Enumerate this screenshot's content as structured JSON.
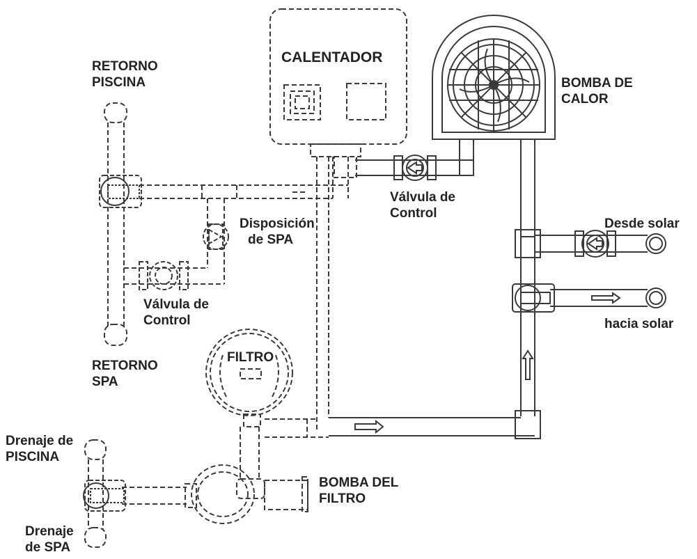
{
  "colors": {
    "line": "#3a3a3a",
    "text": "#222222",
    "background": "#ffffff"
  },
  "labels": {
    "calentador": "CALENTADOR",
    "bomba_calor": [
      "BOMBA DE",
      "CALOR"
    ],
    "retorno_piscina": [
      "RETORNO",
      "PISCINA"
    ],
    "retorno_spa": [
      "RETORNO",
      "SPA"
    ],
    "disposicion_spa": [
      "Disposición",
      "de SPA"
    ],
    "valvula_control_left": [
      "Válvula de",
      "Control"
    ],
    "valvula_control_top": [
      "Válvula de",
      "Control"
    ],
    "desde_solar": "Desde solar",
    "hacia_solar": "hacia solar",
    "filtro": "FILTRO",
    "drenaje_piscina": [
      "Drenaje de",
      "PISCINA"
    ],
    "drenaje_spa": [
      "Drenaje",
      "de SPA"
    ],
    "bomba_filtro": [
      "BOMBA DEL",
      "FILTRO"
    ]
  }
}
